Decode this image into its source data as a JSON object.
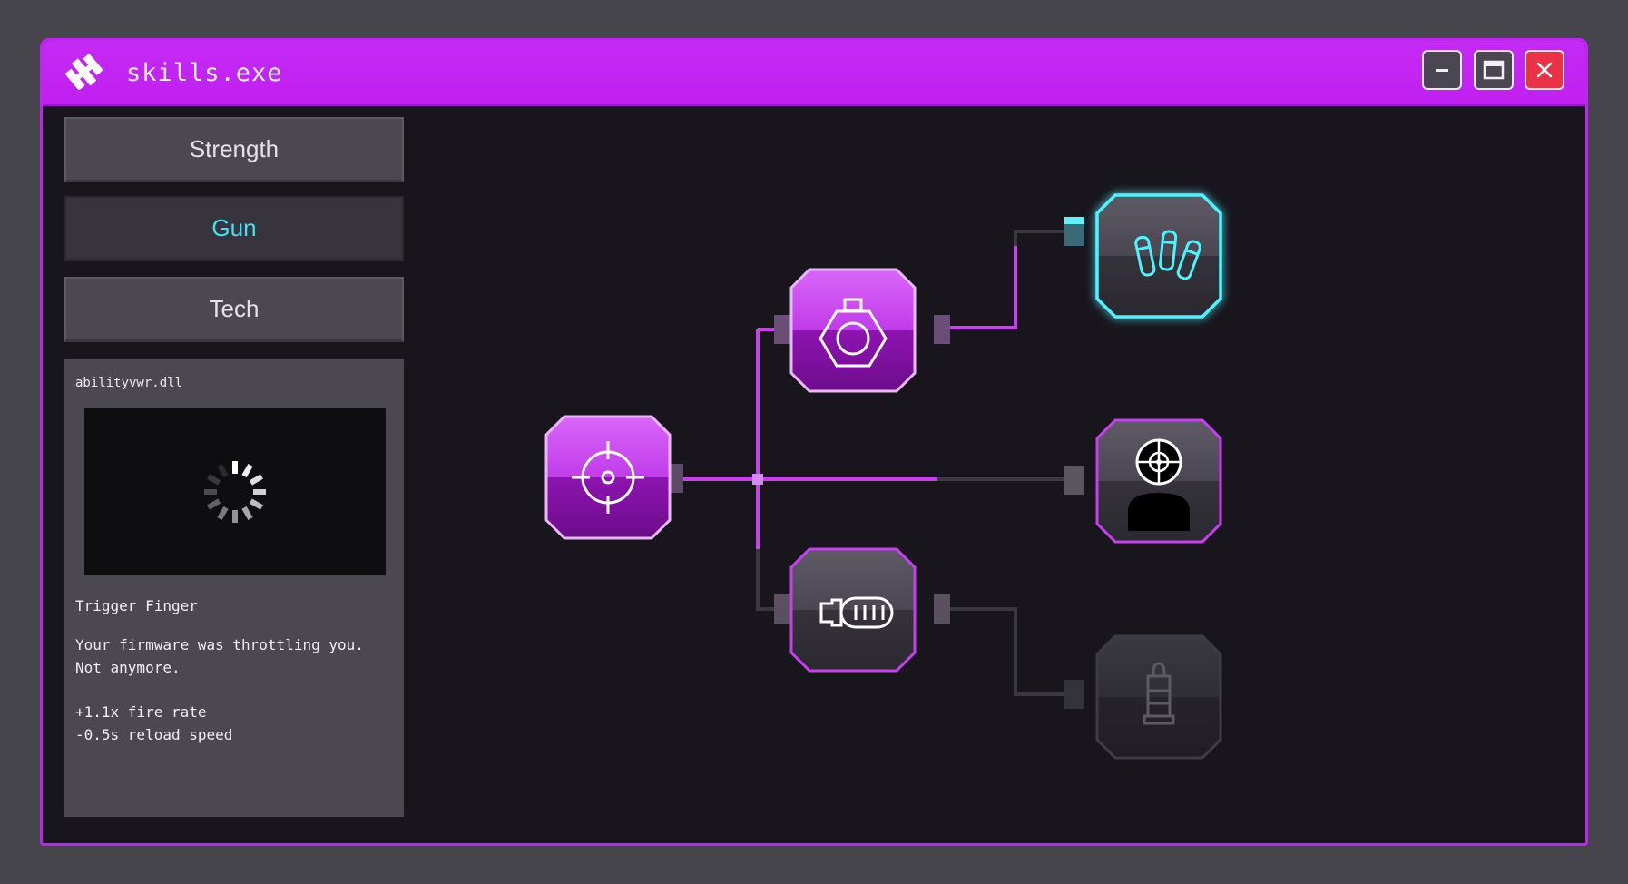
{
  "window": {
    "title": "skills.exe",
    "accent_color": "#c024f2",
    "buttons": [
      {
        "name": "minimize",
        "icon": "minimize-icon"
      },
      {
        "name": "maximize",
        "icon": "maximize-icon"
      },
      {
        "name": "close",
        "icon": "close-icon"
      }
    ]
  },
  "sidebar": {
    "tabs": [
      {
        "label": "Strength",
        "active": false
      },
      {
        "label": "Gun",
        "active": true
      },
      {
        "label": "Tech",
        "active": false
      }
    ],
    "active_color": "#45e0f2"
  },
  "info_panel": {
    "file_label": "abilityvwr.dll",
    "preview_state": "loading-spinner-icon",
    "ability_name": "Trigger Finger",
    "description_lines": [
      "Your firmware was throttling you.",
      "Not anymore."
    ],
    "stats": [
      "+1.1x fire rate",
      "-0.5s reload speed"
    ]
  },
  "skill_tree": {
    "nodes": [
      {
        "id": "crosshair",
        "icon": "crosshair-icon",
        "state": "unlocked"
      },
      {
        "id": "grenade",
        "icon": "grenade-icon",
        "state": "unlocked"
      },
      {
        "id": "ammo",
        "icon": "bullets-icon",
        "state": "selected"
      },
      {
        "id": "headshot",
        "icon": "target-person-icon",
        "state": "available"
      },
      {
        "id": "scope",
        "icon": "scope-icon",
        "state": "available"
      },
      {
        "id": "locked-shell",
        "icon": "shell-icon",
        "state": "locked"
      }
    ],
    "colors": {
      "unlocked": "#c93ef0",
      "selected": "#3ef0ff",
      "locked": "#3a3940"
    }
  }
}
